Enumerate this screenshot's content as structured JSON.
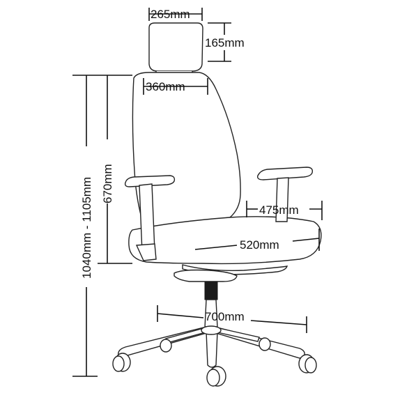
{
  "dimensions": {
    "headrest_width": "265mm",
    "headrest_height": "165mm",
    "back_width": "360mm",
    "seat_depth": "475mm",
    "seat_width": "520mm",
    "base_diameter": "700mm",
    "back_height": "670mm",
    "overall_height": "1040mm - 1105mm"
  }
}
